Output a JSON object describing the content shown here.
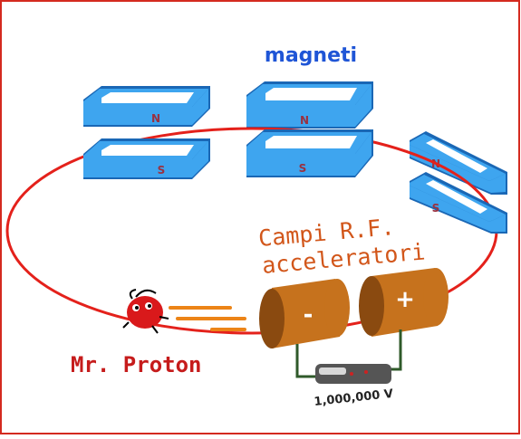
{
  "labels": {
    "magneti": "magneti",
    "rf_line1": "Campi R.F.",
    "rf_line2": "acceleratori",
    "proton": "Mr. Proton",
    "voltage": "1,000,000 V"
  },
  "poles": {
    "north": "N",
    "south": "S"
  },
  "cavity_signs": {
    "negative": "-",
    "positive": "+"
  },
  "colors": {
    "page_border": "#d42a1f",
    "ring": "#e4211b",
    "magnet_fill": "#3ea5ef",
    "magnet_edge": "#1a67b5",
    "magnet_hole": "#ffffff",
    "pole_text": "#9a3140",
    "magneti_text": "#1f55d6",
    "rf_text": "#d2561a",
    "proton_text": "#c61c1c",
    "proton_body": "#d9191b",
    "cavity_fill": "#c6721d",
    "cavity_dark": "#8a4a10",
    "cavity_sign": "#ffffff",
    "speed_lines": "#ec8417",
    "wire": "#2f5a2a",
    "battery_body": "#555555",
    "battery_light": "#d8d8d8",
    "voltage_text": "#222222"
  },
  "icons": {
    "proton": "proton-mascot",
    "battery": "battery-icon",
    "magnet": "magnet-pair-icon",
    "cavity": "rf-cavity-icon"
  }
}
